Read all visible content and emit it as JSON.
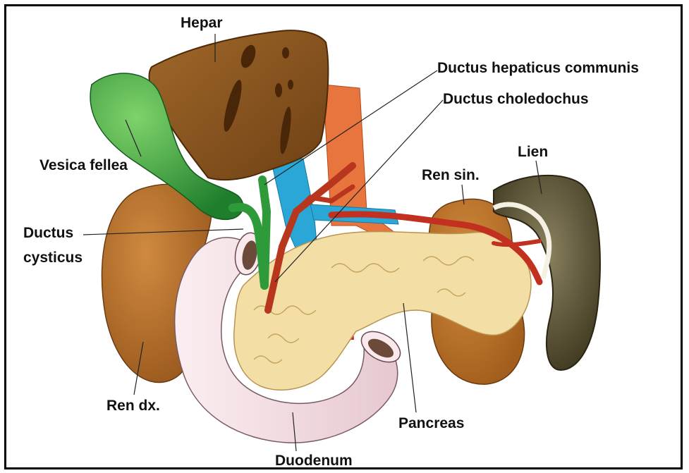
{
  "labels": {
    "hepar": "Hepar",
    "ductus_hepaticus_communis": "Ductus hepaticus communis",
    "ductus_choledochus": "Ductus choledochus",
    "lien": "Lien",
    "ren_sin": "Ren sin.",
    "vesica_fellea": "Vesica fellea",
    "ductus_cysticus_line1": "Ductus",
    "ductus_cysticus_line2": "cysticus",
    "ren_dx": "Ren dx.",
    "pancreas": "Pancreas",
    "duodenum": "Duodenum"
  },
  "colors": {
    "liver": "#8a5520",
    "gallbladder": "#2f9a3a",
    "kidney": "#b87028",
    "duodenum": "#f2dde2",
    "pancreas": "#f3dfa6",
    "spleen": "#5a5230",
    "vein": "#29a8d8",
    "artery": "#c2311f",
    "aorta": "#e66a3a"
  }
}
